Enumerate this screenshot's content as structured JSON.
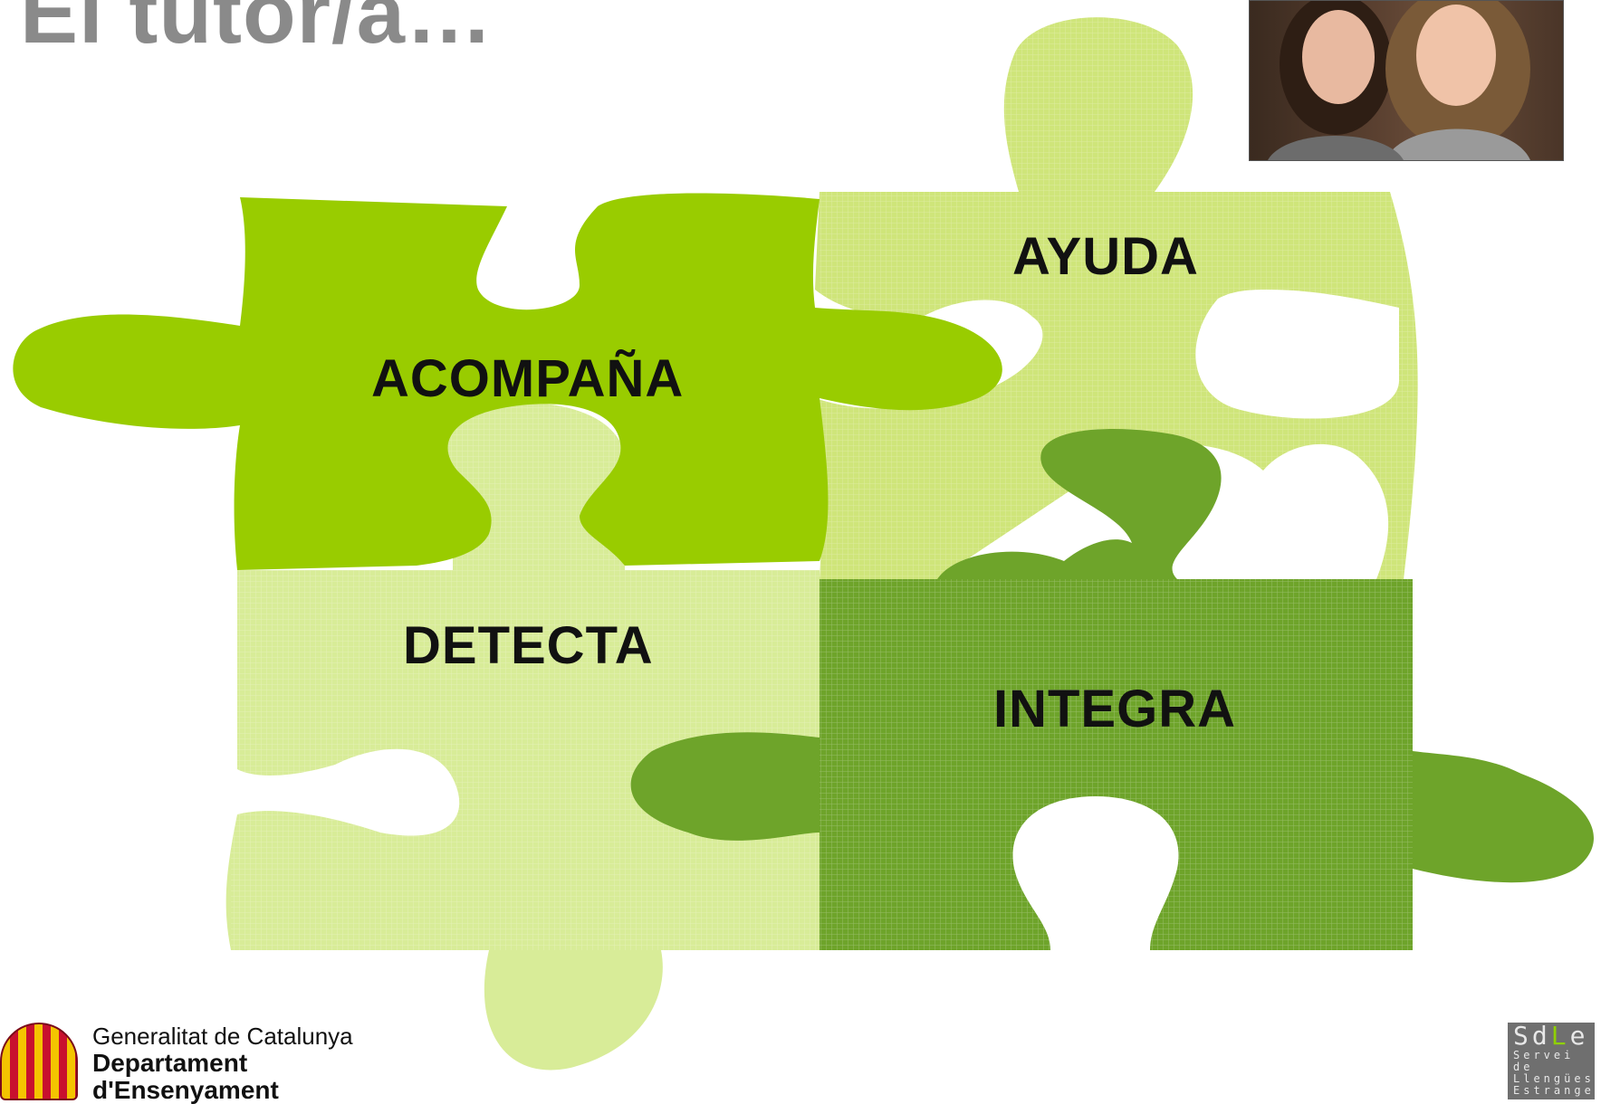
{
  "title": "El tutor/a…",
  "pieces": [
    {
      "id": "acompana",
      "label": "ACOMPAÑA",
      "color": "#99cc00"
    },
    {
      "id": "ayuda",
      "label": "AYUDA",
      "color": "#cfe57a"
    },
    {
      "id": "detecta",
      "label": "DETECTA",
      "color": "#d8ec98"
    },
    {
      "id": "integra",
      "label": "INTEGRA",
      "color": "#6ea42a"
    }
  ],
  "logos": {
    "generalitat": {
      "line1": "Generalitat de Catalunya",
      "line2": "Departament",
      "line3": "d'Ensenyament"
    },
    "sdle": {
      "big_s": "S",
      "big_d": "d",
      "big_l": "L",
      "big_e": "e",
      "servei": "Servei",
      "de": "de",
      "llengues": "Llengües",
      "estrangeres": "Estrangeres"
    }
  }
}
